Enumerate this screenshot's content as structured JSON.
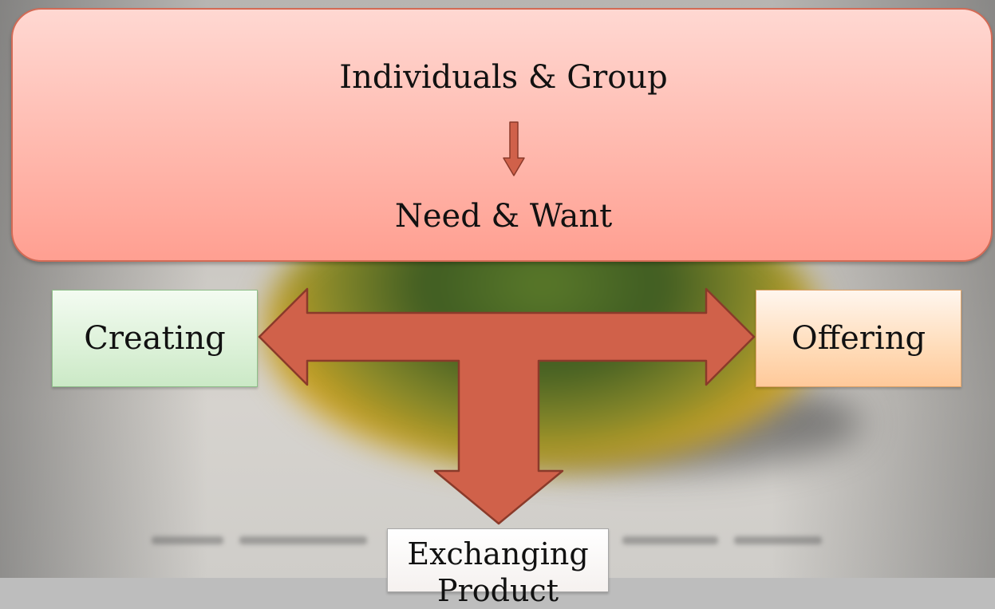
{
  "diagram": {
    "top_box": {
      "title": "Individuals & Group",
      "subtitle": "Need & Want"
    },
    "left_box": "Creating",
    "right_box": "Offering",
    "bottom_box": {
      "line1": "Exchanging",
      "line2": "Product"
    }
  },
  "colors": {
    "top_box_fill": "#ffb9ae",
    "top_box_border": "#d36a55",
    "arrow_fill": "#d0614a",
    "arrow_border": "#8a3a2a",
    "left_box_fill": "#dcf1d8",
    "right_box_fill": "#ffdcb9",
    "bottom_box_fill": "#f5f1ef"
  }
}
